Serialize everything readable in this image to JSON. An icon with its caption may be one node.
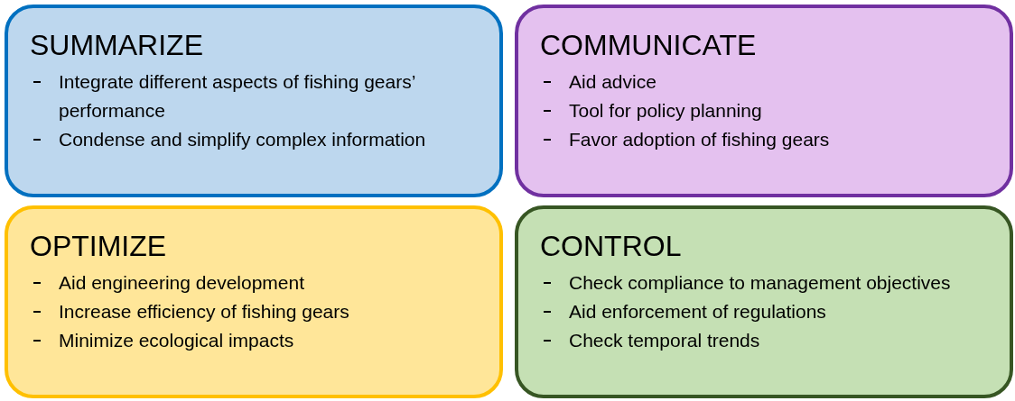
{
  "diagram": {
    "nodes": [
      {
        "text": [
          "SUMMARIZE",
          "Integrate different aspects of fishing gears’ performance",
          "Condense and simplify complex information"
        ]
      },
      {
        "text": [
          "COMMUNICATE",
          "Aid advice",
          "Tool for policy planning",
          "Favor adoption of fishing gears"
        ]
      },
      {
        "text": [
          "OPTIMIZE",
          "Aid engineering development",
          "Increase efficiency of fishing gears",
          "Minimize ecological impacts"
        ]
      },
      {
        "text": [
          "CONTROL",
          "Check compliance to management objectives",
          "Aid enforcement of regulations",
          "Check temporal trends"
        ]
      }
    ]
  }
}
